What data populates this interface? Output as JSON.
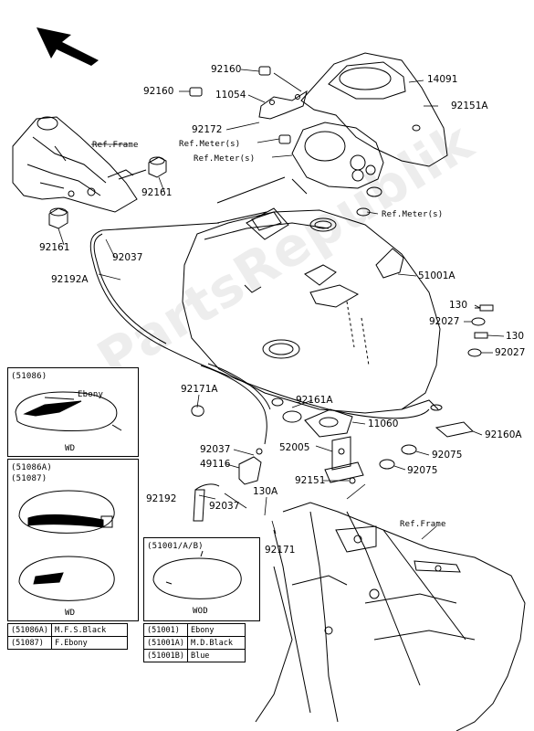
{
  "watermark": "PartsRepublik",
  "callouts": {
    "p92160_top": "92160",
    "p92160_left": "92160",
    "p11054": "11054",
    "p14091": "14091",
    "p92151A": "92151A",
    "p92172": "92172",
    "ref_meter_1": "Ref.Meter(s)",
    "ref_meter_2": "Ref.Meter(s)",
    "ref_meter_3": "Ref.Meter(s)",
    "ref_frame_top": "Ref.Frame",
    "ref_frame_bottom": "Ref.Frame",
    "p92161_a": "92161",
    "p92161_b": "92161",
    "p92037_a": "92037",
    "p92192A": "92192A",
    "p51001A": "51001A",
    "p130_a": "130",
    "p130_b": "130",
    "p92027_a": "92027",
    "p92027_b": "92027",
    "p92171A": "92171A",
    "p92161A": "92161A",
    "p11060": "11060",
    "p92160A": "92160A",
    "p92037_b": "92037",
    "p52005": "52005",
    "p92075_a": "92075",
    "p92075_b": "92075",
    "p49116": "49116",
    "p92037_c": "92037",
    "p92192": "92192",
    "p92151": "92151",
    "p130A": "130A",
    "p92171": "92171"
  },
  "variants": {
    "box1_code": "(51086)",
    "box1_label": "Ebony",
    "box1_footer": "WD",
    "box2_code1": "(51086A)",
    "box2_code2": "(51087)",
    "box2_footer": "WD",
    "box3_code": "(51001/A/B)",
    "box3_footer": "WOD"
  },
  "color_table_left": [
    {
      "code": "(51086A)",
      "color": "M.F.S.Black"
    },
    {
      "code": "(51087)",
      "color": "F.Ebony"
    }
  ],
  "color_table_right": [
    {
      "code": "(51001)",
      "color": "Ebony"
    },
    {
      "code": "(51001A)",
      "color": "M.D.Black"
    },
    {
      "code": "(51001B)",
      "color": "Blue"
    }
  ],
  "colors": {
    "line": "#000000",
    "watermark": "#000000"
  }
}
